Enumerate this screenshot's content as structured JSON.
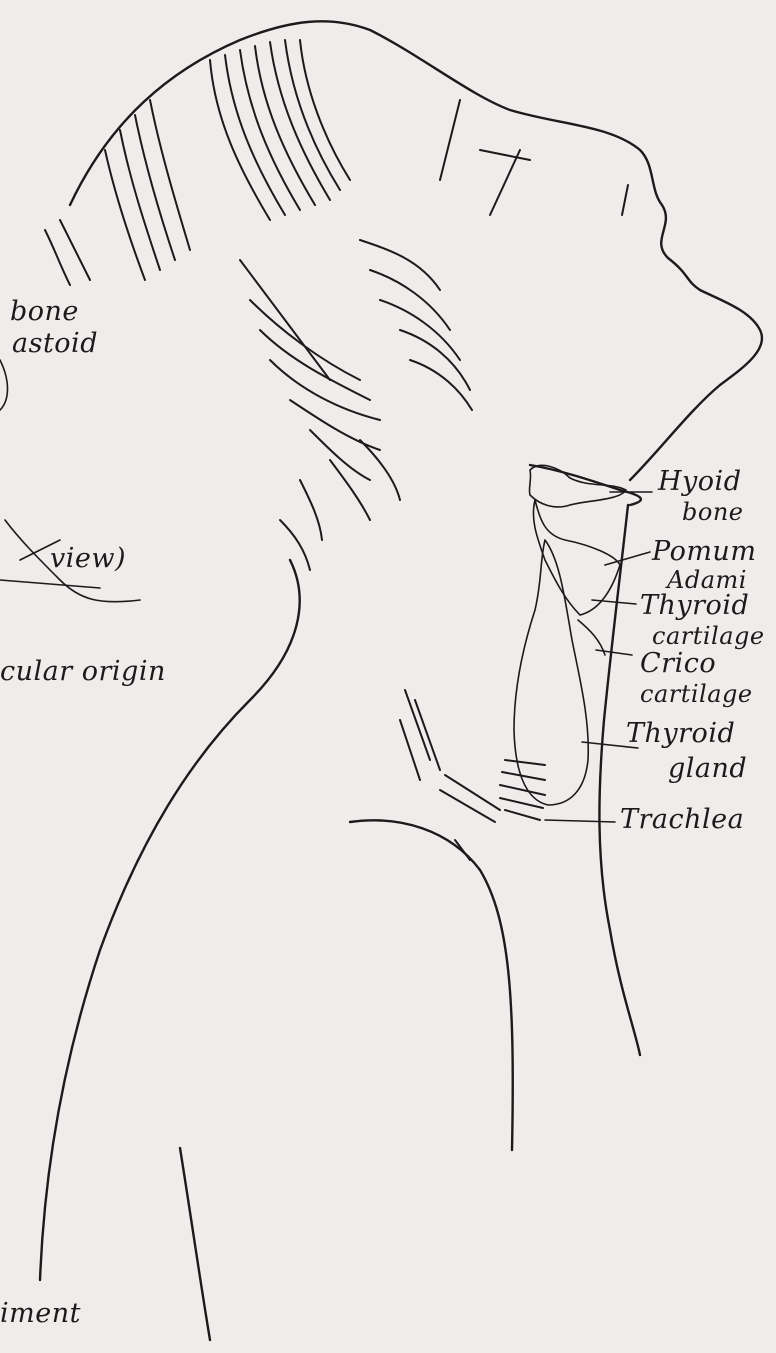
{
  "labels": {
    "top_left_1": "bone",
    "top_left_2": "astoid",
    "view": "view)",
    "muscular_origin": "cular origin",
    "bottom_left": "iment",
    "hyoid_1": "Hyoid",
    "hyoid_2": "bone",
    "pomum_1": "Pomum",
    "pomum_2": "Adami",
    "thyroid_cart_1": "Thyroid",
    "thyroid_cart_2": "cartilage",
    "crico_1": "Crico",
    "crico_2": "cartilage",
    "thyroid_gland_1": "Thyroid",
    "thyroid_gland_2": "gland",
    "trachea": "Trachlea"
  },
  "colors": {
    "paper": "#efeceb",
    "ink": "#1c1a1a"
  }
}
